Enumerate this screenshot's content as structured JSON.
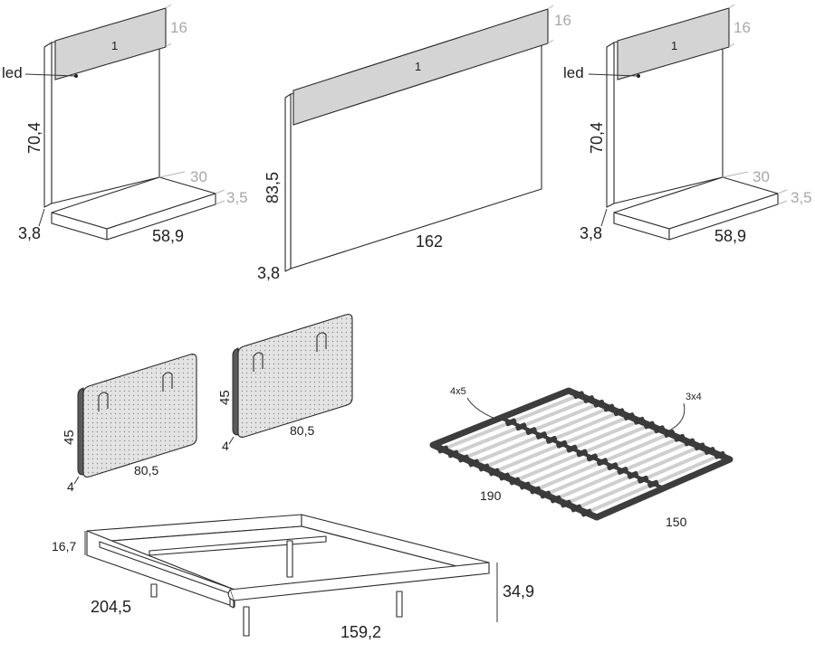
{
  "nightstand_left": {
    "panel_label": "1",
    "led_label": "led",
    "height": "70,4",
    "panel_height": "16",
    "shelf_depth": "30",
    "shelf_thickness": "3,5",
    "thickness": "3,8",
    "width": "58,9"
  },
  "headboard": {
    "panel_label": "1",
    "panel_height": "16",
    "height": "83,5",
    "thickness": "3,8",
    "width": "162"
  },
  "nightstand_right": {
    "panel_label": "1",
    "led_label": "led",
    "height": "70,4",
    "panel_height": "16",
    "shelf_depth": "30",
    "shelf_thickness": "3,5",
    "thickness": "3,8",
    "width": "58,9"
  },
  "cushion_left": {
    "height": "45",
    "width": "80,5",
    "thickness": "4"
  },
  "cushion_right": {
    "height": "45",
    "width": "80,5",
    "thickness": "4"
  },
  "slatted_base": {
    "tube_outer": "4x5",
    "tube_inner": "3x4",
    "length": "190",
    "width": "150"
  },
  "bed_frame": {
    "side_height": "16,7",
    "length": "204,5",
    "width": "159,2",
    "total_height": "34,9"
  }
}
